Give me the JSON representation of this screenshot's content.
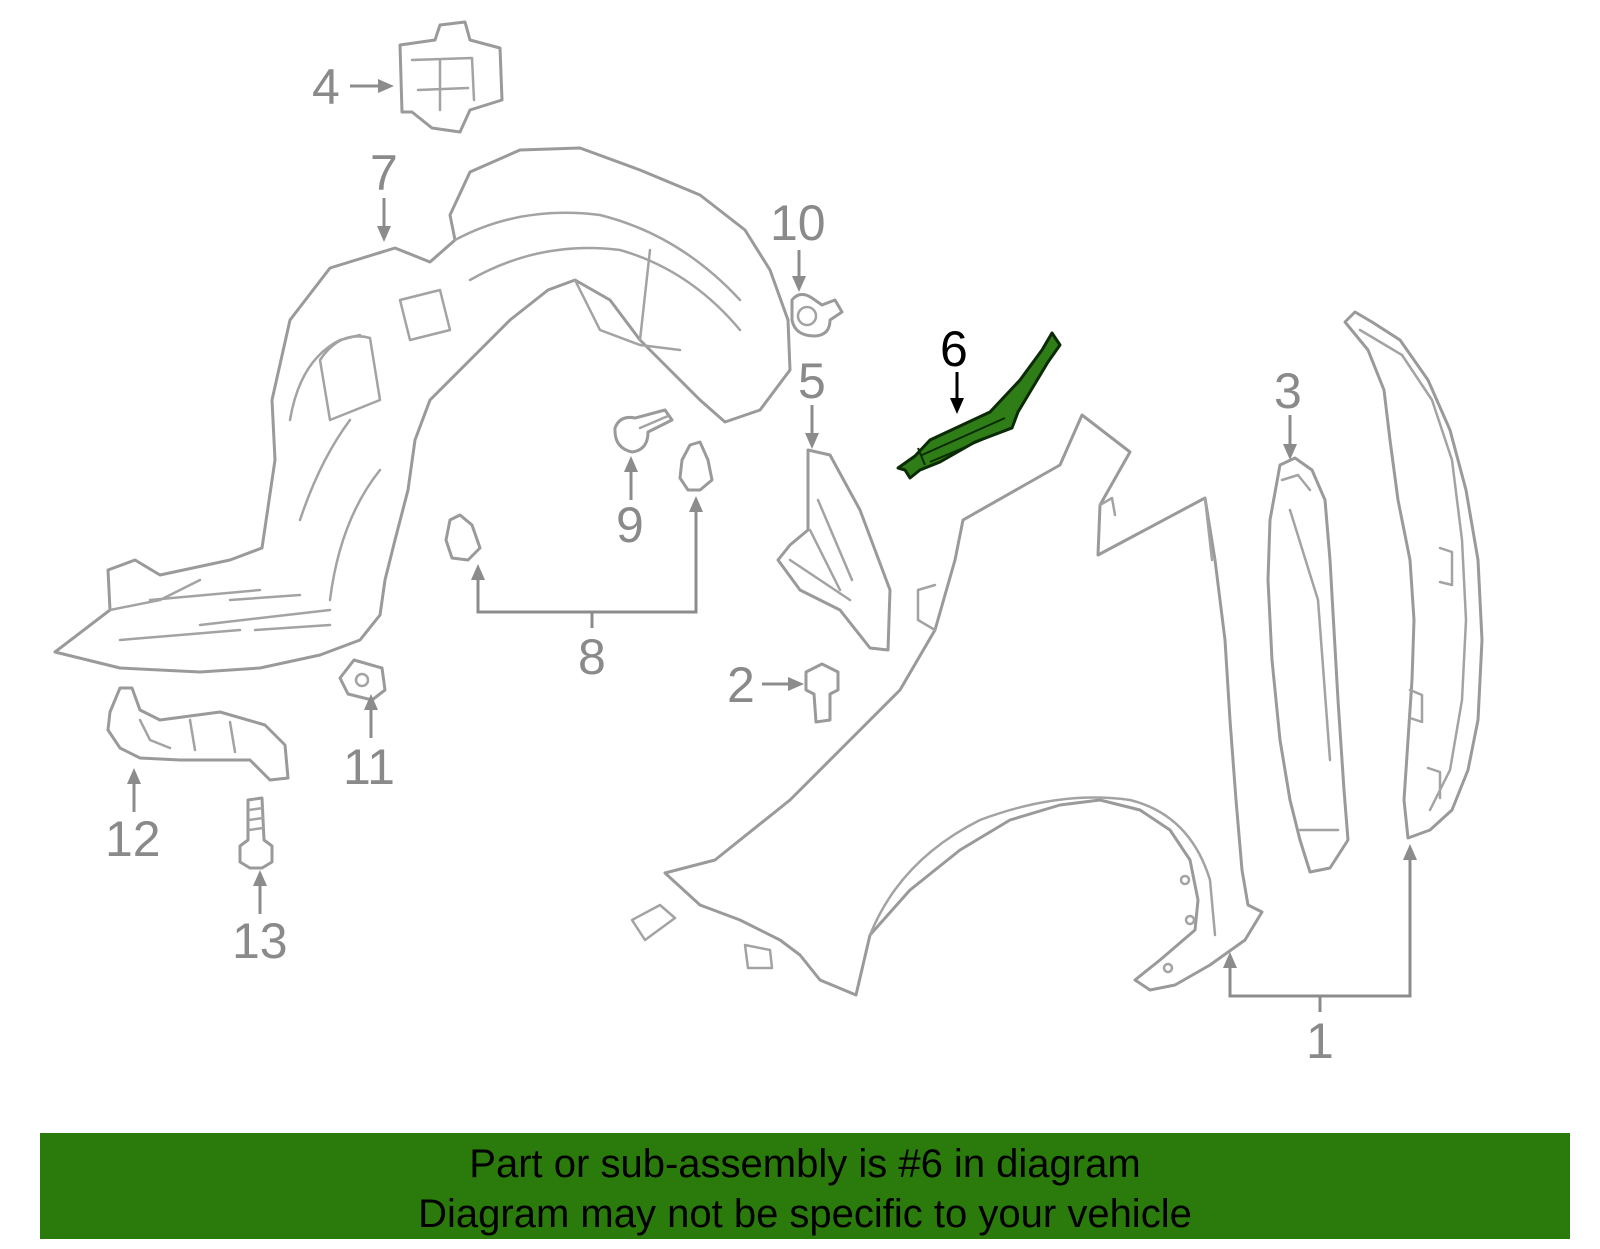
{
  "diagram": {
    "highlighted_part": "6",
    "callouts": [
      "1",
      "2",
      "3",
      "4",
      "5",
      "6",
      "7",
      "8",
      "9",
      "10",
      "11",
      "12",
      "13"
    ]
  },
  "banner": {
    "line1": "Part or sub-assembly is #6 in diagram",
    "line2": "Diagram may not be specific to your vehicle",
    "background": "#2a7a0c"
  },
  "colors": {
    "line_art": "#9a9a9a",
    "highlight": "#2e7d16"
  }
}
